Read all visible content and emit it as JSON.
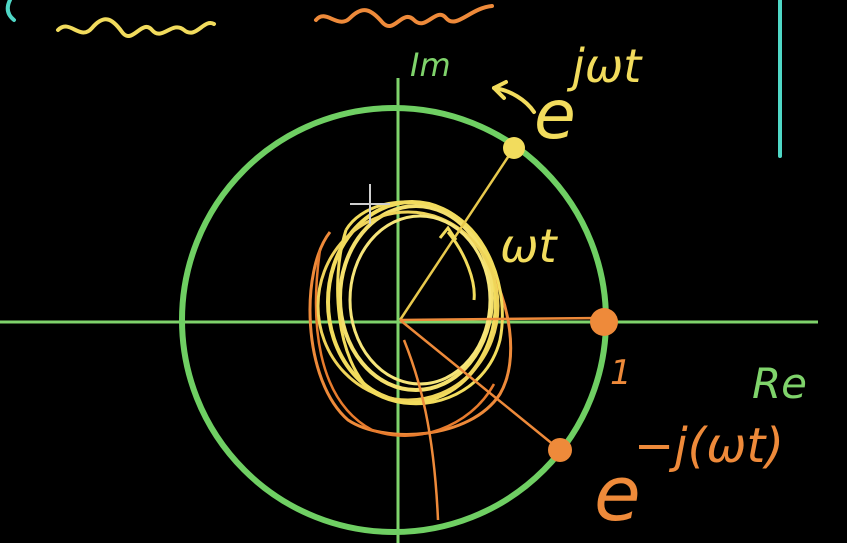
{
  "colors": {
    "background": "#000000",
    "axes": "#7fd36b",
    "circle": "#6fcf63",
    "yellow": "#f2dc5d",
    "orange": "#ee8a3a",
    "teal": "#4fd7c6"
  },
  "labels": {
    "imaginary_axis": "Im",
    "real_axis": "Re",
    "positive_exponential": "e^{jωt}",
    "negative_exponential": "e^{-j(ωt)}",
    "angle": "ωt",
    "unit_point": "1"
  },
  "display": {
    "im_text": "Im",
    "re_text": "Re",
    "pos_exp_base": "e",
    "pos_exp_power": "jωt",
    "neg_exp_base": "e",
    "neg_exp_power": "−j(ωt)",
    "angle_text": "ωt",
    "unit_text": "1"
  },
  "icons": {
    "rotation_arrow": "curved-arrow-icon"
  }
}
